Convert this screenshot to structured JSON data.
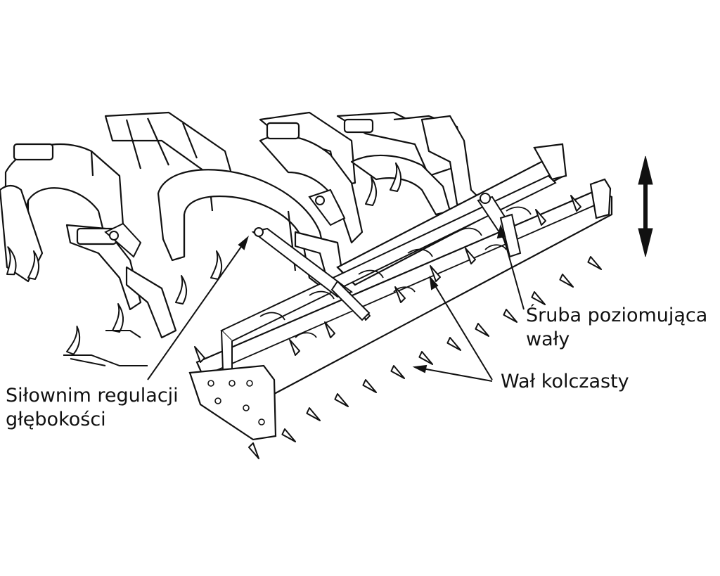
{
  "labels": {
    "leveling_screw_line1": "Śruba poziomująca",
    "leveling_screw_line2": "wały",
    "spike_roller": "Wał kolczasty",
    "depth_cylinder_line1": "Siłownim regulacji",
    "depth_cylinder_line2": "głębokości"
  },
  "colors": {
    "line": "#111111",
    "background": "#ffffff"
  },
  "icons": {
    "vertical_arrow": "double-headed-vertical-arrow-icon"
  }
}
